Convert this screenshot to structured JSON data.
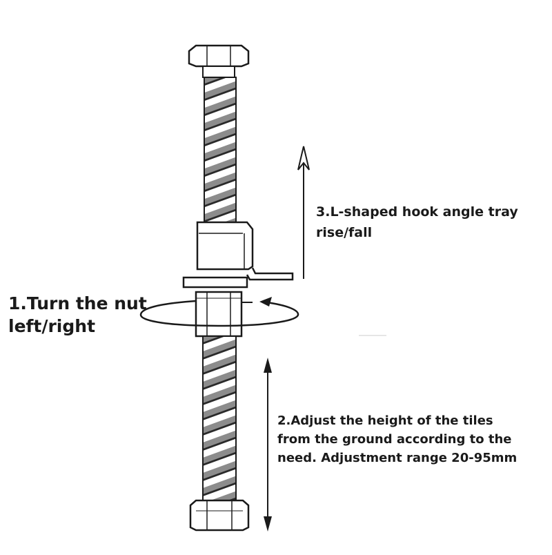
{
  "annotations": {
    "step1": {
      "lines": [
        "1.Turn the nut",
        "left/right"
      ]
    },
    "step2": {
      "lines": [
        "2.Adjust the height of the tiles",
        "from the ground according to the",
        "need. Adjustment range 20-95mm"
      ]
    },
    "step3": {
      "lines": [
        "3.L-shaped hook angle tray",
        "rise/fall"
      ]
    }
  },
  "colors": {
    "ink": "#1a1a1a",
    "thread_shade": "#9a9a9a",
    "background": "#ffffff"
  }
}
